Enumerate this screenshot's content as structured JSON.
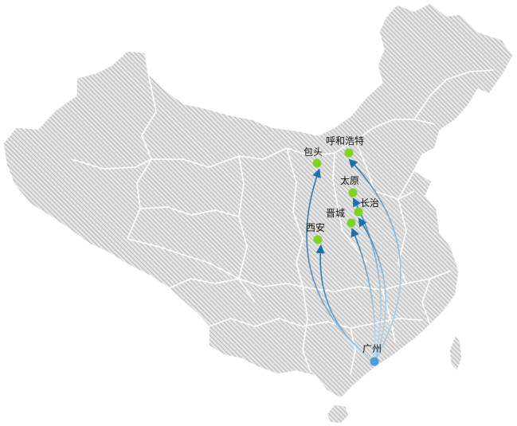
{
  "map": {
    "origin": {
      "name": "广州",
      "color": "#4a9fd4"
    },
    "destinations": [
      {
        "key": "baotou",
        "name": "包头"
      },
      {
        "key": "hohhot",
        "name": "呼和浩特"
      },
      {
        "key": "taiyuan",
        "name": "太原"
      },
      {
        "key": "changzhi",
        "name": "长治"
      },
      {
        "key": "jincheng",
        "name": "晋城"
      },
      {
        "key": "xian",
        "name": "西安"
      }
    ],
    "colors": {
      "destination_dot": "#7ed321",
      "flow_line": "#1f6fae",
      "land_hatch": "#b4b4b4",
      "border": "#ffffff"
    }
  }
}
